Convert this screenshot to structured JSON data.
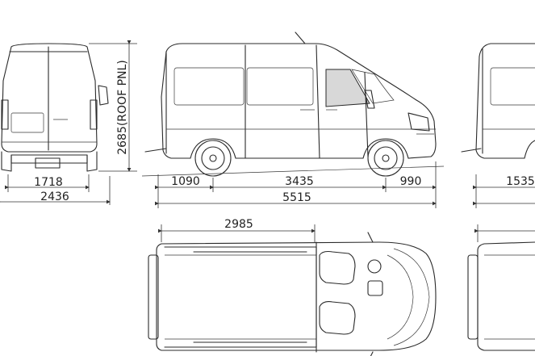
{
  "dimensions": {
    "track_rear": "1718",
    "overall_width": "2436",
    "height": "2685(ROOF PNL)",
    "front_overhang": "1090",
    "wheelbase": "3435",
    "rear_overhang": "990",
    "overall_length": "5515",
    "cargo_length": "2985",
    "right_overhang": "1535"
  },
  "colors": {
    "line": "#2a2a2a",
    "glass": "#d8d8d8",
    "background": "#ffffff"
  }
}
